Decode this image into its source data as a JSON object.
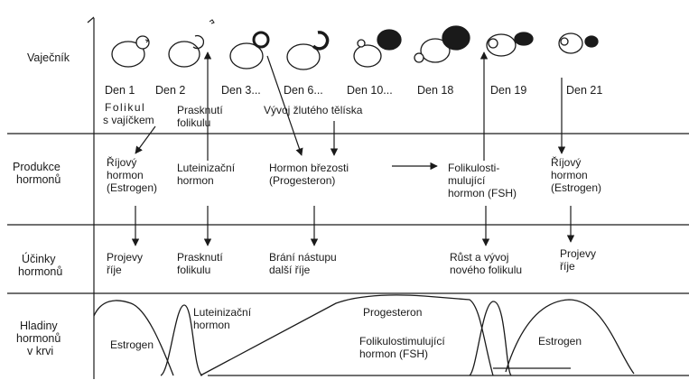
{
  "rows": {
    "ovary": "Vaječník",
    "production": [
      "Produkce",
      "hormonů"
    ],
    "effects": [
      "Účinky",
      "hormonů"
    ],
    "levels": [
      "Hladiny",
      "hormonů",
      "v krvi"
    ]
  },
  "days": [
    "Den 1",
    "Den 2",
    "Den 3...",
    "Den 6...",
    "Den 10...",
    "Den 18",
    "Den 19",
    "Den 21"
  ],
  "ovary_notes": {
    "follicle": [
      "Folikul",
      "s vajíčkem"
    ],
    "rupture": [
      "Prasknutí",
      "folikulu"
    ],
    "corpus_luteum": "Vývoj žlutého tělíska"
  },
  "hormones": {
    "estrus_1": [
      "Říjový",
      "hormon",
      "(Estrogen)"
    ],
    "luteinizing": [
      "Luteinizační",
      "hormon"
    ],
    "pregnancy": [
      "Hormon březosti",
      "(Progesteron)"
    ],
    "fsh": [
      "Folikulosti-",
      "mulující",
      "hormon (FSH)"
    ],
    "estrus_2": [
      "Říjový",
      "hormon",
      "(Estrogen)"
    ]
  },
  "effects": {
    "estrus_signs_1": [
      "Projevy",
      "říje"
    ],
    "follicle_rupture": [
      "Prasknutí",
      "folikulu"
    ],
    "prevents_estrus": [
      "Brání nástupu",
      "další říje"
    ],
    "new_follicle": [
      "Růst a vývoj",
      "nového folikulu"
    ],
    "estrus_signs_2": [
      "Projevy",
      "říje"
    ]
  },
  "curve_labels": {
    "estrogen_1": "Estrogen",
    "lh": [
      "Luteinizační",
      "hormon"
    ],
    "progesterone": "Progesteron",
    "fsh": [
      "Folikulostimulující",
      "hormon (FSH)"
    ],
    "estrogen_2": "Estrogen"
  }
}
